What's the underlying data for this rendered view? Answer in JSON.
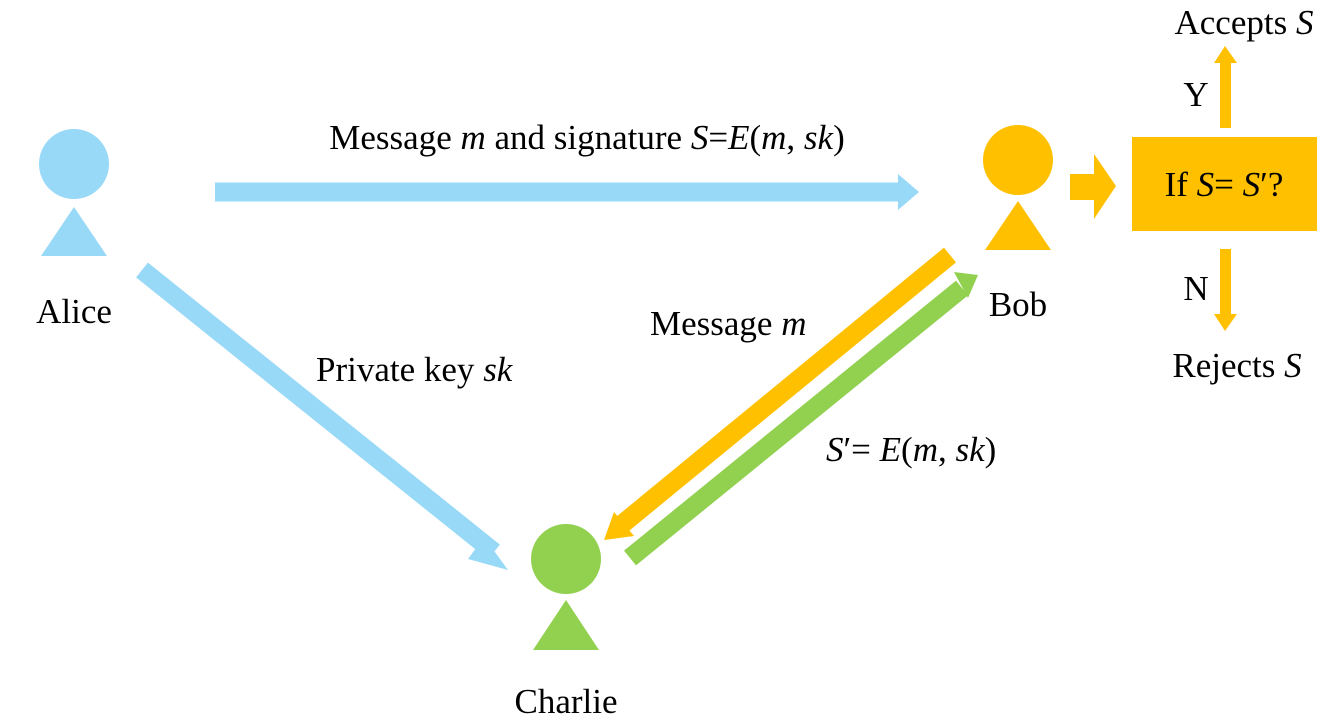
{
  "colors": {
    "alice": "#97d9f7",
    "bob": "#ffc000",
    "charlie": "#92d050",
    "text": "#000000"
  },
  "actors": {
    "alice": {
      "name": "Alice"
    },
    "bob": {
      "name": "Bob"
    },
    "charlie": {
      "name": "Charlie"
    }
  },
  "arrows": {
    "alice_to_bob": {
      "parts": [
        "Message ",
        "m",
        " and signature ",
        "S",
        "=",
        "E",
        "(",
        "m",
        ", ",
        "sk",
        ")"
      ]
    },
    "alice_to_charlie": {
      "parts": [
        "Private key ",
        "sk"
      ]
    },
    "bob_to_charlie": {
      "parts": [
        "Message ",
        "m"
      ]
    },
    "charlie_to_bob": {
      "parts": [
        "S",
        "′= ",
        "E",
        "(",
        "m",
        ", ",
        "sk",
        ")"
      ]
    }
  },
  "decision": {
    "parts": [
      "If ",
      "S",
      "= ",
      "S",
      "′?"
    ],
    "yes_label": "Y",
    "no_label": "N",
    "accept_parts": [
      "Accepts ",
      "S"
    ],
    "reject_parts": [
      "Rejects ",
      "S"
    ]
  }
}
